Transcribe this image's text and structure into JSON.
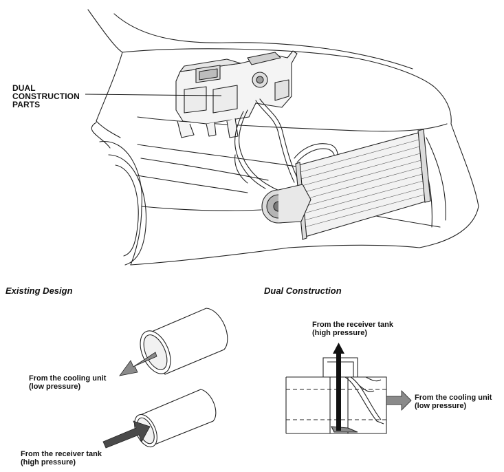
{
  "callout": {
    "line1": "DUAL",
    "line2": "CONSTRUCTION",
    "line3": "PARTS"
  },
  "existing": {
    "title": "Existing Design",
    "cooling_line1": "From the cooling unit",
    "cooling_line2": "(low pressure)",
    "receiver_line1": "From the receiver tank",
    "receiver_line2": "(high pressure)"
  },
  "dual": {
    "title": "Dual Construction",
    "receiver_line1": "From the receiver tank",
    "receiver_line2": "(high pressure)",
    "cooling_line1": "From the cooling unit",
    "cooling_line2": "(low pressure)"
  },
  "colors": {
    "line": "#222222",
    "arrow_gray": "#8a8a8a",
    "arrow_dark": "#4a4a4a"
  }
}
